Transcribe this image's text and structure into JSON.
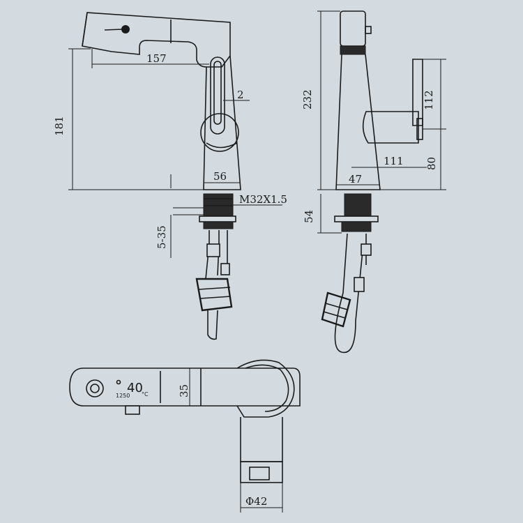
{
  "dimensions": {
    "spout_reach": "157",
    "body_height": "181",
    "slot_width": "2",
    "base_width": "56",
    "thread": "M32X1.5",
    "deck_thickness": "5-35",
    "total_height": "232",
    "handle_height": "112",
    "side_base_width": "47",
    "handle_reach": "111",
    "handle_axis_height": "80",
    "shank_length": "54",
    "top_width": "35",
    "diameter": "Φ42"
  },
  "display": {
    "temperature": "40",
    "unit": "°C",
    "flow": "1250"
  }
}
